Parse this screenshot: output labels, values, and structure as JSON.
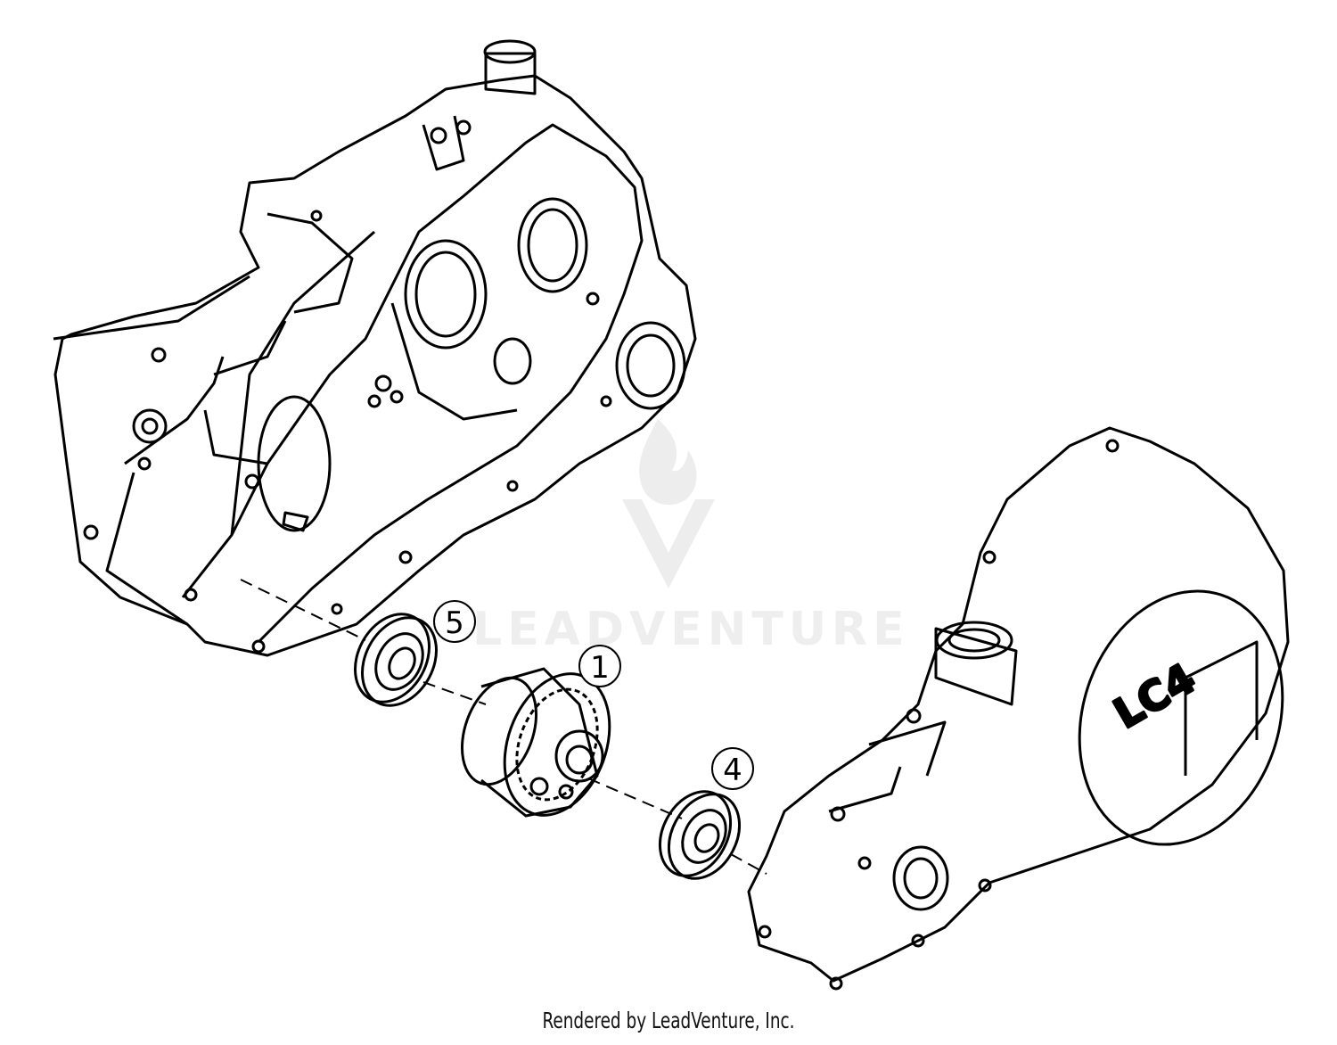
{
  "callouts": [
    {
      "id": "bearing-left",
      "number": "5"
    },
    {
      "id": "gear-assembly",
      "number": "1"
    },
    {
      "id": "bearing-right",
      "number": "4"
    }
  ],
  "cover_logo": "LC4",
  "watermark": "LEADVENTURE",
  "footer": "Rendered by LeadVenture, Inc."
}
